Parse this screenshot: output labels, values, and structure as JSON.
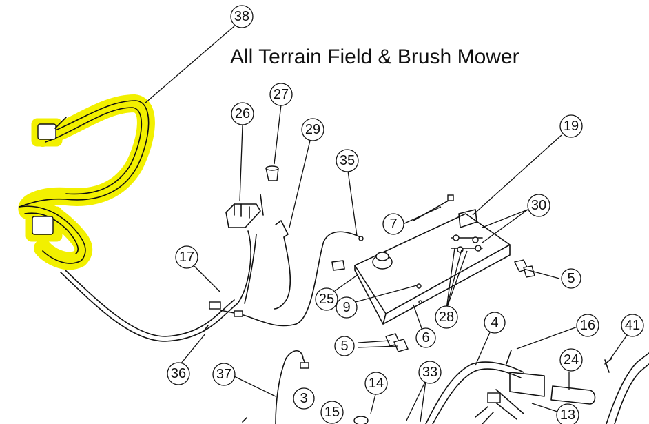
{
  "diagram": {
    "title": "All Terrain Field & Brush Mower",
    "highlight_color": "#f2f000",
    "callouts": {
      "c38": "38",
      "c27": "27",
      "c26": "26",
      "c29": "29",
      "c35": "35",
      "c19": "19",
      "c30": "30",
      "c7": "7",
      "c17": "17",
      "c5a": "5",
      "c25": "25",
      "c9": "9",
      "c28": "28",
      "c5b": "5",
      "c6": "6",
      "c4": "4",
      "c16": "16",
      "c41": "41",
      "c24": "24",
      "c36": "36",
      "c37": "37",
      "c14": "14",
      "c33": "33",
      "c3": "3",
      "c15": "15",
      "c13": "13"
    }
  }
}
